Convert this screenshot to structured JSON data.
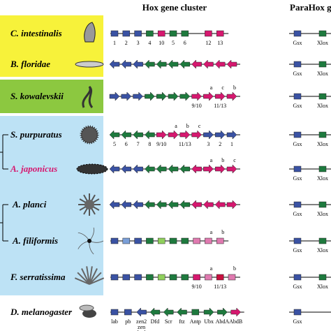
{
  "headers": {
    "hox": "Hox gene cluster",
    "parahox": "ParaHox gen"
  },
  "colors": {
    "blue": "#3a52a3",
    "green": "#1e7a3e",
    "magenta": "#d6186f",
    "lightblue": "#7a9fd8",
    "lightgreen": "#8fcf5c",
    "pink": "#e07ab0",
    "darkred": "#c8103f",
    "yellow": "#f7f23a",
    "lime": "#8cc840",
    "lightbluebg": "#bde2f5"
  },
  "species": [
    {
      "name": "C. intestinalis",
      "icon": "ascidian-icon"
    },
    {
      "name": "B. floridae",
      "icon": "amphioxus-icon"
    },
    {
      "name": "S. kowalevskii",
      "icon": "acorn-worm-icon"
    },
    {
      "name": "S. purpuratus",
      "icon": "sea-urchin-icon"
    },
    {
      "name": "A. japonicus",
      "icon": "sea-cucumber-icon",
      "highlight": true
    },
    {
      "name": "A. planci",
      "icon": "crown-of-thorns-starfish-icon"
    },
    {
      "name": "A. filiformis",
      "icon": "brittle-star-icon"
    },
    {
      "name": "F. serratissima",
      "icon": "feather-star-icon"
    },
    {
      "name": "D. melanogaster",
      "icon": "fruit-fly-icon"
    }
  ],
  "rows": [
    {
      "genes": [
        {
          "shape": "box",
          "color": "blue",
          "label": "1"
        },
        {
          "shape": "box",
          "color": "blue",
          "label": "2"
        },
        {
          "shape": "box",
          "color": "blue",
          "label": "3"
        },
        {
          "shape": "box",
          "color": "green",
          "label": "4"
        },
        {
          "shape": "box",
          "color": "magenta",
          "label": "10"
        },
        {
          "shape": "box",
          "color": "green",
          "label": "5"
        },
        {
          "shape": "box",
          "color": "green",
          "label": "6"
        },
        {
          "shape": "gap"
        },
        {
          "shape": "box",
          "color": "magenta",
          "label": "12"
        },
        {
          "shape": "box",
          "color": "magenta",
          "label": "13"
        }
      ],
      "parahox": [
        {
          "color": "blue",
          "label": "Gsx"
        },
        {
          "color": "green",
          "label": "Xlox"
        }
      ]
    },
    {
      "genes": [
        {
          "shape": "left",
          "color": "blue"
        },
        {
          "shape": "left",
          "color": "blue"
        },
        {
          "shape": "left",
          "color": "blue"
        },
        {
          "shape": "left",
          "color": "green"
        },
        {
          "shape": "left",
          "color": "green"
        },
        {
          "shape": "left",
          "color": "green"
        },
        {
          "shape": "left",
          "color": "green"
        },
        {
          "shape": "left",
          "color": "magenta"
        },
        {
          "shape": "left",
          "color": "magenta"
        },
        {
          "shape": "left",
          "color": "magenta"
        },
        {
          "shape": "left",
          "color": "magenta"
        }
      ],
      "parahox": [
        {
          "color": "blue",
          "label": "Gsx"
        },
        {
          "color": "green",
          "label": "Xlox"
        }
      ]
    },
    {
      "genes": [
        {
          "shape": "right",
          "color": "blue"
        },
        {
          "shape": "right",
          "color": "blue"
        },
        {
          "shape": "right",
          "color": "blue"
        },
        {
          "shape": "right",
          "color": "green"
        },
        {
          "shape": "right",
          "color": "green"
        },
        {
          "shape": "right",
          "color": "green"
        },
        {
          "shape": "right",
          "color": "green"
        },
        {
          "shape": "right",
          "color": "magenta",
          "label": "9/10"
        },
        {
          "shape": "right",
          "color": "magenta",
          "top": "a"
        },
        {
          "shape": "right",
          "color": "magenta",
          "top": "c",
          "label": "11/13"
        },
        {
          "shape": "right",
          "color": "magenta",
          "top": "b"
        }
      ],
      "parahox": [
        {
          "color": "blue",
          "label": "Gsx"
        },
        {
          "color": "green",
          "label": "Xlox"
        }
      ]
    },
    {
      "genes": [
        {
          "shape": "left",
          "color": "green",
          "label": "5"
        },
        {
          "shape": "left",
          "color": "green",
          "label": "6"
        },
        {
          "shape": "left",
          "color": "green",
          "label": "7"
        },
        {
          "shape": "left",
          "color": "green",
          "label": "8"
        },
        {
          "shape": "right",
          "color": "magenta",
          "label": "9/10"
        },
        {
          "shape": "right",
          "color": "magenta",
          "top": "a"
        },
        {
          "shape": "right",
          "color": "magenta",
          "top": "b",
          "label": "11/13"
        },
        {
          "shape": "right",
          "color": "magenta",
          "top": "c"
        },
        {
          "shape": "right",
          "color": "blue",
          "label": "3"
        },
        {
          "shape": "right",
          "color": "blue",
          "label": "2"
        },
        {
          "shape": "right",
          "color": "blue",
          "label": "1"
        }
      ],
      "parahox": [
        {
          "color": "blue",
          "label": "Gsx"
        },
        {
          "color": "green",
          "label": "Xlox"
        }
      ]
    },
    {
      "genes": [
        {
          "shape": "left",
          "color": "blue"
        },
        {
          "shape": "left",
          "color": "blue"
        },
        {
          "shape": "left",
          "color": "blue"
        },
        {
          "shape": "left",
          "color": "green"
        },
        {
          "shape": "left",
          "color": "green"
        },
        {
          "shape": "left",
          "color": "green"
        },
        {
          "shape": "left",
          "color": "green"
        },
        {
          "shape": "left",
          "color": "magenta"
        },
        {
          "shape": "right",
          "color": "magenta",
          "top": "a"
        },
        {
          "shape": "right",
          "color": "magenta",
          "top": "b"
        },
        {
          "shape": "right",
          "color": "magenta",
          "top": "c"
        }
      ],
      "parahox": [
        {
          "color": "blue",
          "label": "Gsx"
        },
        {
          "color": "green",
          "label": "Xlox"
        }
      ]
    },
    {
      "genes": [
        {
          "shape": "left",
          "color": "blue"
        },
        {
          "shape": "left",
          "color": "blue"
        },
        {
          "shape": "left",
          "color": "blue"
        },
        {
          "shape": "left",
          "color": "green"
        },
        {
          "shape": "left",
          "color": "green"
        },
        {
          "shape": "left",
          "color": "green"
        },
        {
          "shape": "left",
          "color": "green"
        },
        {
          "shape": "left",
          "color": "magenta"
        },
        {
          "shape": "left",
          "color": "magenta"
        },
        {
          "shape": "left",
          "color": "magenta"
        },
        {
          "shape": "right",
          "color": "magenta"
        }
      ],
      "parahox": [
        {
          "color": "blue",
          "label": "Gsx"
        },
        {
          "color": "green",
          "label": "Xlox"
        }
      ]
    },
    {
      "genes": [
        {
          "shape": "box",
          "color": "blue"
        },
        {
          "shape": "box",
          "color": "lightblue"
        },
        {
          "shape": "box",
          "color": "blue"
        },
        {
          "shape": "box",
          "color": "green"
        },
        {
          "shape": "box",
          "color": "lightgreen"
        },
        {
          "shape": "box",
          "color": "green"
        },
        {
          "shape": "box",
          "color": "green"
        },
        {
          "shape": "box",
          "color": "pink"
        },
        {
          "shape": "box",
          "color": "pink",
          "top": "a"
        },
        {
          "shape": "box",
          "color": "pink",
          "top": "b"
        }
      ],
      "parahox": [
        {
          "color": "blue",
          "label": "Gsx"
        },
        {
          "color": "green",
          "label": "Xlox"
        }
      ]
    },
    {
      "genes": [
        {
          "shape": "box",
          "color": "blue"
        },
        {
          "shape": "box",
          "color": "blue"
        },
        {
          "shape": "box",
          "color": "blue"
        },
        {
          "shape": "box",
          "color": "green"
        },
        {
          "shape": "box",
          "color": "lightgreen"
        },
        {
          "shape": "box",
          "color": "green"
        },
        {
          "shape": "box",
          "color": "green"
        },
        {
          "shape": "box",
          "color": "magenta",
          "label": "9/10"
        },
        {
          "shape": "box",
          "color": "pink",
          "top": "a"
        },
        {
          "shape": "box",
          "color": "darkred",
          "label": "11/13"
        },
        {
          "shape": "box",
          "color": "pink",
          "top": "b"
        }
      ],
      "parahox": [
        {
          "color": "blue",
          "label": "Gsx"
        },
        {
          "color": "green",
          "label": "Xlox"
        }
      ]
    },
    {
      "genes": [
        {
          "shape": "box",
          "color": "blue",
          "label": "lab"
        },
        {
          "shape": "box",
          "color": "blue",
          "label": "pb"
        },
        {
          "shape": "left",
          "color": "blue",
          "label": "zen2",
          "label2": "zen",
          "label3": "bcd"
        },
        {
          "shape": "left",
          "color": "green",
          "label": "Dfd"
        },
        {
          "shape": "left",
          "color": "green",
          "label": "Scr"
        },
        {
          "shape": "left",
          "color": "green",
          "label": "ftz"
        },
        {
          "shape": "box",
          "color": "green",
          "label": "Antp"
        },
        {
          "shape": "right",
          "color": "green",
          "label": "Ubx"
        },
        {
          "shape": "right",
          "color": "green",
          "label": "AbdA"
        },
        {
          "shape": "right",
          "color": "magenta",
          "label": "AbdB"
        }
      ],
      "parahox": [
        {
          "color": "blue",
          "label": "Gsx"
        }
      ]
    }
  ]
}
